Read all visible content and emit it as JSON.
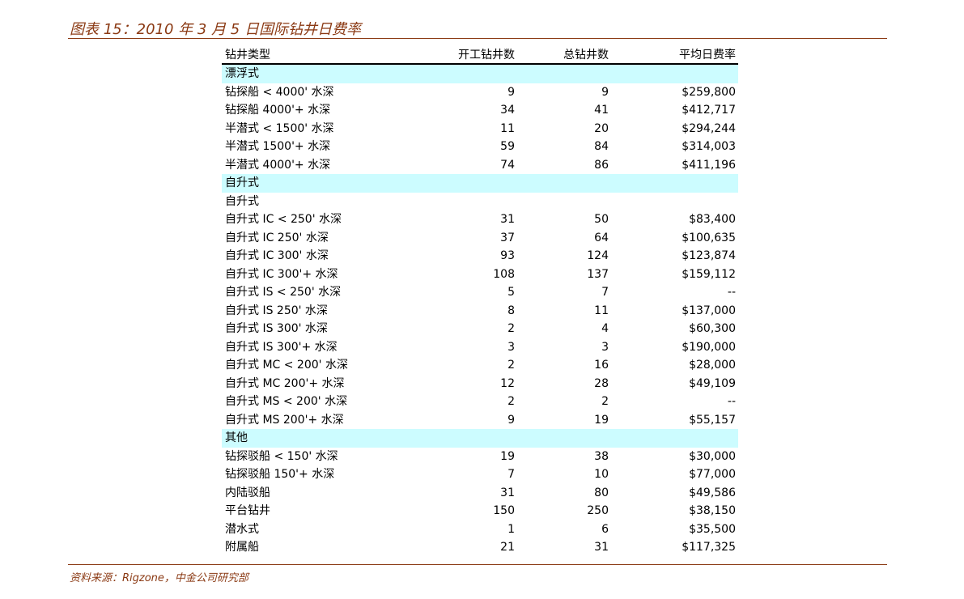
{
  "title": "图表 15：2010 年 3 月 5 日国际钻井日费率",
  "columns": [
    "钻井类型",
    "开工钻井数",
    "总钻井数",
    "平均日费率"
  ],
  "rows": [
    {
      "type": "section",
      "name": "漂浮式",
      "a": "",
      "b": "",
      "c": ""
    },
    {
      "type": "data",
      "name": "钻探船 < 4000' 水深",
      "a": "9",
      "b": "9",
      "c": "$259,800"
    },
    {
      "type": "data",
      "name": "钻探船 4000'+ 水深",
      "a": "34",
      "b": "41",
      "c": "$412,717"
    },
    {
      "type": "data",
      "name": "半潜式 < 1500' 水深",
      "a": "11",
      "b": "20",
      "c": "$294,244"
    },
    {
      "type": "data",
      "name": "半潜式 1500'+ 水深",
      "a": "59",
      "b": "84",
      "c": "$314,003"
    },
    {
      "type": "data",
      "name": "半潜式 4000'+ 水深",
      "a": "74",
      "b": "86",
      "c": "$411,196"
    },
    {
      "type": "section",
      "name": "自升式",
      "a": "",
      "b": "",
      "c": ""
    },
    {
      "type": "data",
      "name": "自升式",
      "a": "",
      "b": "",
      "c": ""
    },
    {
      "type": "data",
      "name": "自升式 IC < 250' 水深",
      "a": "31",
      "b": "50",
      "c": "$83,400"
    },
    {
      "type": "data",
      "name": "自升式 IC 250' 水深",
      "a": "37",
      "b": "64",
      "c": "$100,635"
    },
    {
      "type": "data",
      "name": "自升式 IC 300' 水深",
      "a": "93",
      "b": "124",
      "c": "$123,874"
    },
    {
      "type": "data",
      "name": "自升式 IC 300'+ 水深",
      "a": "108",
      "b": "137",
      "c": "$159,112"
    },
    {
      "type": "data",
      "name": "自升式 IS < 250' 水深",
      "a": "5",
      "b": "7",
      "c": "--"
    },
    {
      "type": "data",
      "name": "自升式 IS 250' 水深",
      "a": "8",
      "b": "11",
      "c": "$137,000"
    },
    {
      "type": "data",
      "name": "自升式 IS 300' 水深",
      "a": "2",
      "b": "4",
      "c": "$60,300"
    },
    {
      "type": "data",
      "name": "自升式 IS 300'+ 水深",
      "a": "3",
      "b": "3",
      "c": "$190,000"
    },
    {
      "type": "data",
      "name": "自升式 MC < 200' 水深",
      "a": "2",
      "b": "16",
      "c": "$28,000"
    },
    {
      "type": "data",
      "name": "自升式 MC 200'+ 水深",
      "a": "12",
      "b": "28",
      "c": "$49,109"
    },
    {
      "type": "data",
      "name": "自升式 MS < 200' 水深",
      "a": "2",
      "b": "2",
      "c": "--"
    },
    {
      "type": "data",
      "name": "自升式 MS 200'+ 水深",
      "a": "9",
      "b": "19",
      "c": "$55,157"
    },
    {
      "type": "section",
      "name": "其他",
      "a": "",
      "b": "",
      "c": ""
    },
    {
      "type": "data",
      "name": "钻探驳船 < 150' 水深",
      "a": "19",
      "b": "38",
      "c": "$30,000"
    },
    {
      "type": "data",
      "name": "钻探驳船 150'+ 水深",
      "a": "7",
      "b": "10",
      "c": "$77,000"
    },
    {
      "type": "data",
      "name": "内陆驳船",
      "a": "31",
      "b": "80",
      "c": "$49,586"
    },
    {
      "type": "data",
      "name": "平台钻井",
      "a": "150",
      "b": "250",
      "c": "$38,150"
    },
    {
      "type": "data",
      "name": "潜水式",
      "a": "1",
      "b": "6",
      "c": "$35,500"
    },
    {
      "type": "data",
      "name": "附属船",
      "a": "21",
      "b": "31",
      "c": "$117,325"
    }
  ],
  "source": "资料来源：Rigzone，中金公司研究部",
  "colors": {
    "accent": "#8b3a14",
    "section_bg": "#ccfcff"
  }
}
